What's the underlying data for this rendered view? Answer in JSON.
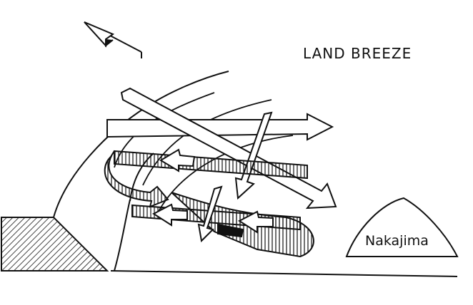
{
  "title": "LAND BREEZE",
  "island_label": "Nakajima",
  "colors": {
    "ink": "#111111",
    "background": "#ffffff"
  },
  "icons": [
    "wind-direction-icon",
    "upper-wind-arrow",
    "lower-wind-arrow",
    "circulation-loop-arrow"
  ]
}
